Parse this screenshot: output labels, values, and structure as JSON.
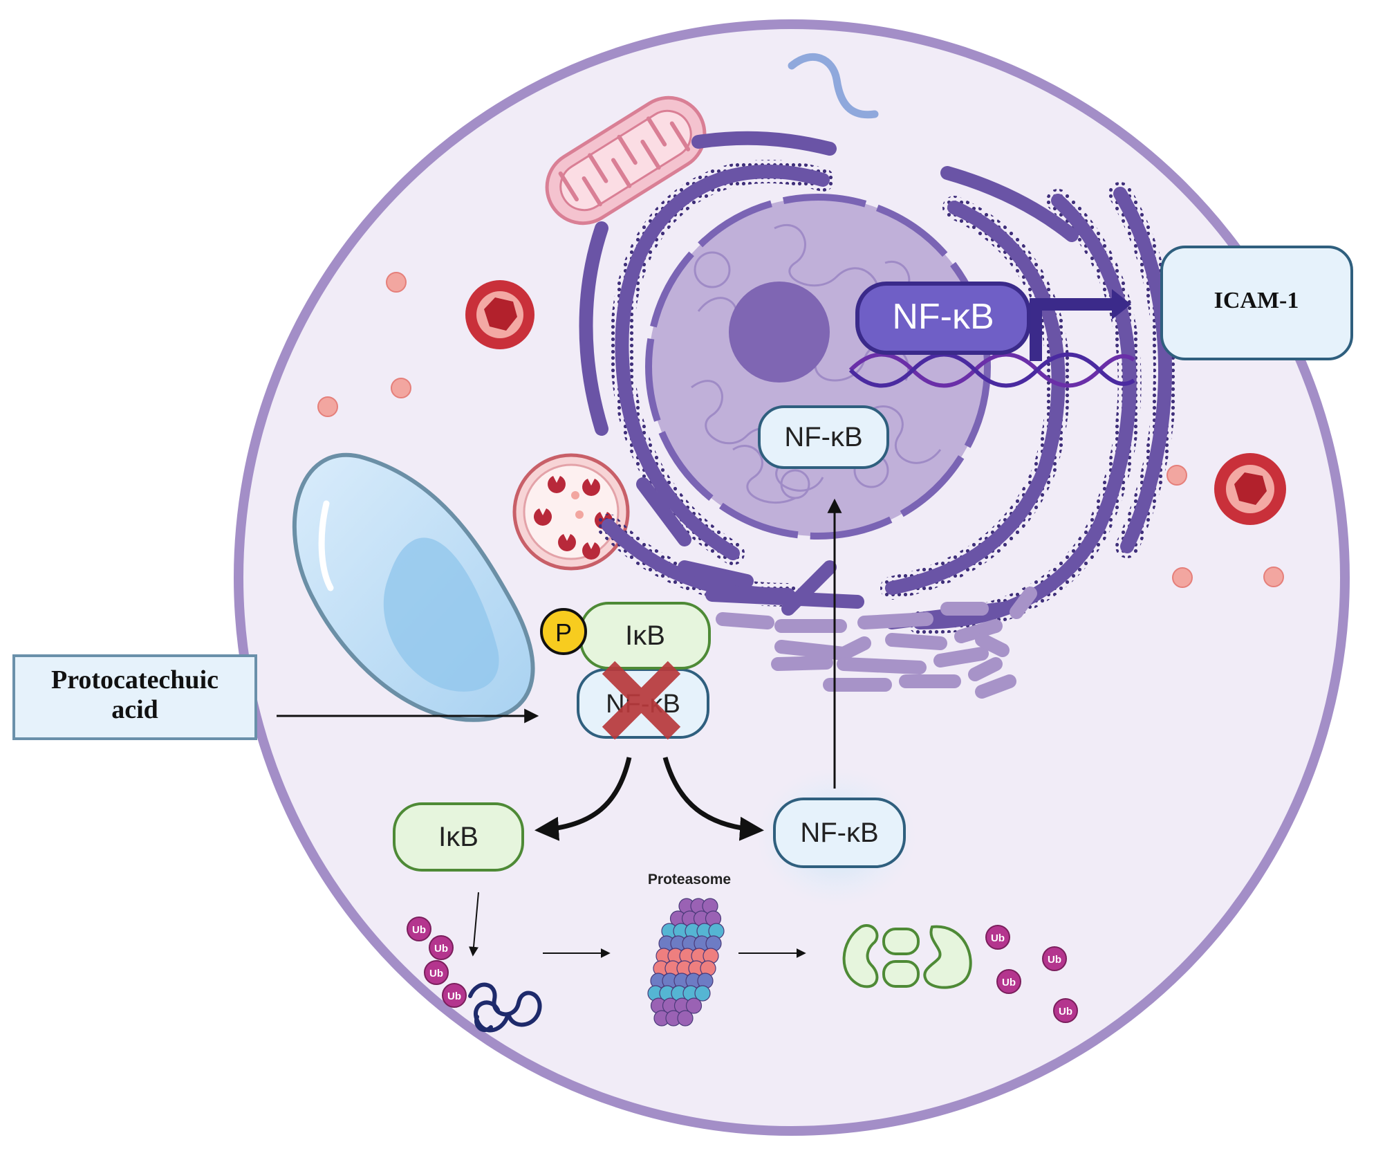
{
  "labels": {
    "drug_line1": "Protocatechuic",
    "drug_line2": "acid",
    "icam": "ICAM-1",
    "nfkb_dna": "NF-κB",
    "nfkb_nucleus": "NF-κB",
    "nfkb_complex": "NF-κB",
    "ikb_complex": "IκB",
    "phospho": "P",
    "ikb_free": "IκB",
    "nfkb_free": "NF-κB",
    "proteasome": "Proteasome",
    "ubiquitin": "Ub"
  },
  "colors": {
    "cell_fill": "#f1ecf7",
    "cell_border": "#a38ec7",
    "er": "#6a54a6",
    "nucleus": "#b7a6d3",
    "nfkb_active": "#6f5fc6",
    "box_blue": "#e6f2fb",
    "box_border": "#2f5f7e",
    "ikb_green": "#e6f5dd",
    "ikb_border": "#4e8a36",
    "ub": "#b4358e",
    "inhibit_x": "#b8393b",
    "phospho_yellow": "#f7cc1f"
  },
  "icons": [
    "mitochondrion-icon",
    "vesicle-icon",
    "lysosome-icon",
    "rough-er-icon",
    "golgi-icon",
    "dna-icon",
    "proteasome-icon",
    "ubiquitin-icon",
    "inhibit-x-icon"
  ]
}
